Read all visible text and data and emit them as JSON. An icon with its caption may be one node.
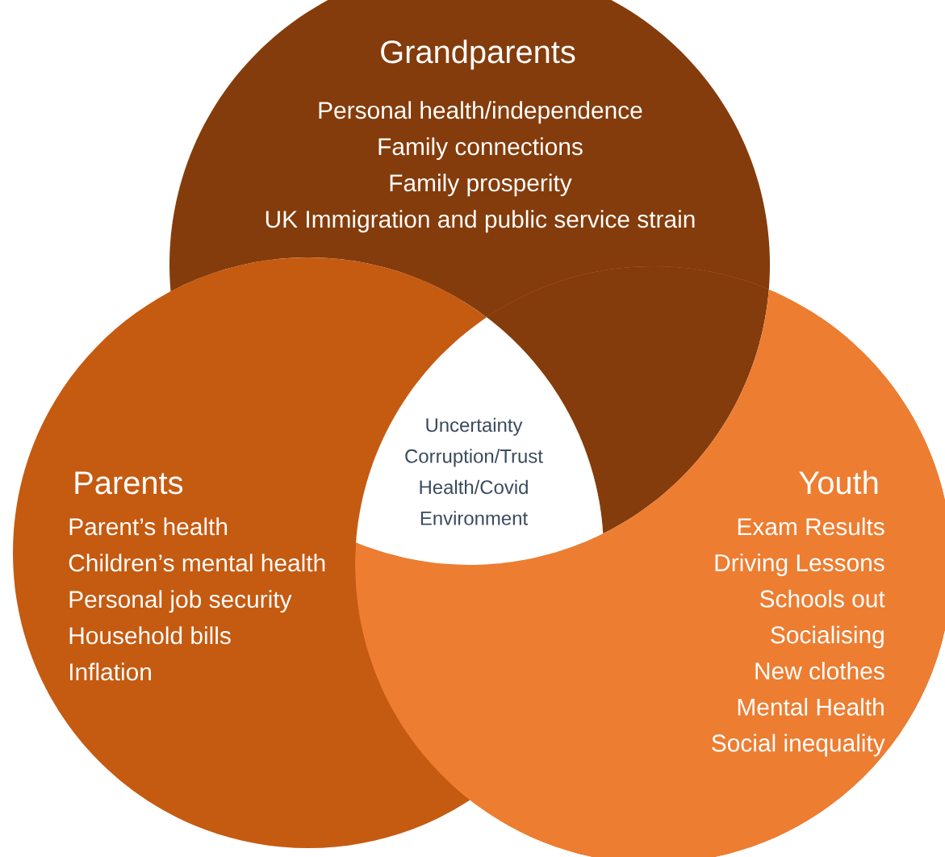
{
  "diagram": {
    "nodes": [
      {
        "text": [
          "Grandparents",
          "Personal health/independence",
          "Family connections",
          "Family prosperity",
          "UK Immigration and public service strain"
        ]
      },
      {
        "text": [
          "Parents",
          "Parent’s health",
          "Children’s mental health",
          "Personal job security",
          "Household bills",
          "Inflation"
        ]
      },
      {
        "text": [
          "Youth",
          "Exam Results",
          "Driving Lessons",
          "Schools out",
          "Socialising",
          "New clothes",
          "Mental Health",
          "Social inequality"
        ]
      },
      {
        "text": [
          "Uncertainty",
          "Corruption/Trust",
          "Health/Covid",
          "Environment"
        ]
      }
    ]
  }
}
